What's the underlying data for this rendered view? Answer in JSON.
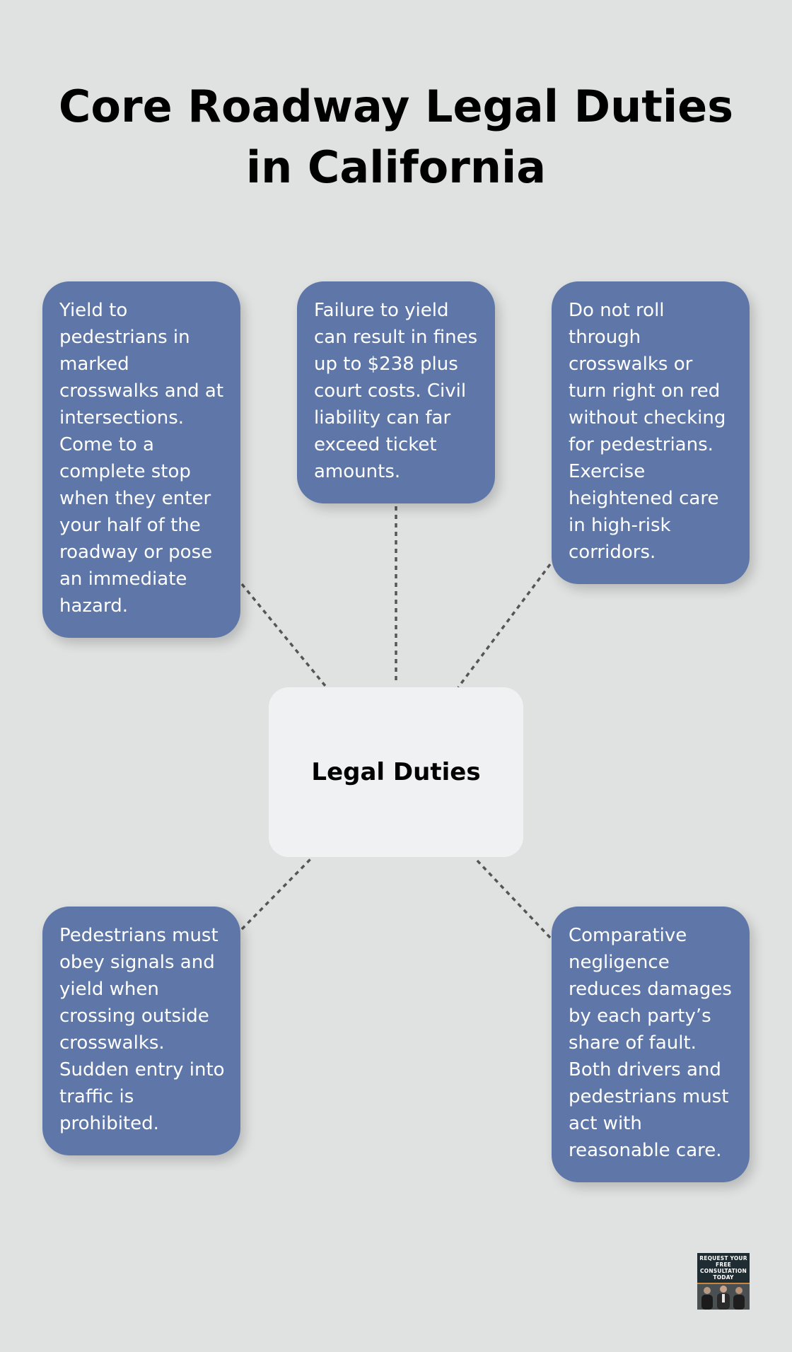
{
  "title": "Core Roadway Legal Duties in California",
  "center": {
    "label": "Legal Duties"
  },
  "cards": {
    "driver_yield": "Yield to pedestrians in marked crosswalks and at intersections. Come to a complete stop when they enter your half of the roadway or pose an immediate hazard.",
    "penalties": "Failure to yield can result in fines up to $238 plus court costs. Civil liability can far exceed ticket amounts.",
    "no_rolling": "Do not roll through crosswalks or turn right on red without checking for pedestrians. Exercise heightened care in high-risk corridors.",
    "pedestrian_duties": "Pedestrians must obey signals and yield when crossing outside crosswalks. Sudden entry into traffic is prohibited.",
    "comparative_negligence": "Comparative negligence reduces damages by each party’s share of fault. Both drivers and pedestrians must act with reasonable care."
  },
  "badge": {
    "text": "REQUEST YOUR FREE CONSULTATION TODAY"
  },
  "colors": {
    "background": "#e0e2e1",
    "card": "#5e77a8",
    "center_node": "#f0f1f2",
    "connector": "#555555"
  }
}
